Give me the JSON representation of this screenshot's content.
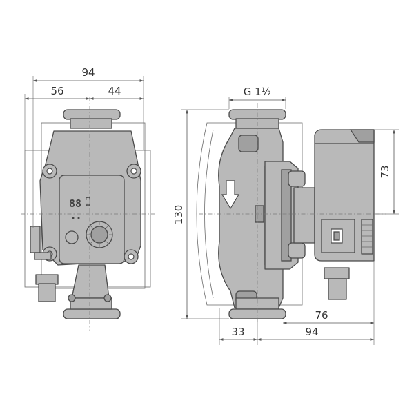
{
  "dimensions": {
    "front_total_width": "94",
    "front_left_width": "56",
    "front_right_width": "44",
    "connection_thread": "G 1½",
    "side_height": "130",
    "motor_head_height": "73",
    "side_offset_76": "76",
    "side_offset_33": "33",
    "side_offset_94": "94"
  },
  "display": {
    "digits": "88",
    "unit_top": "m",
    "unit_bottom": "W"
  },
  "colors": {
    "body_fill": "#b9b9b9",
    "line": "#4a4a4a",
    "background": "#ffffff"
  }
}
